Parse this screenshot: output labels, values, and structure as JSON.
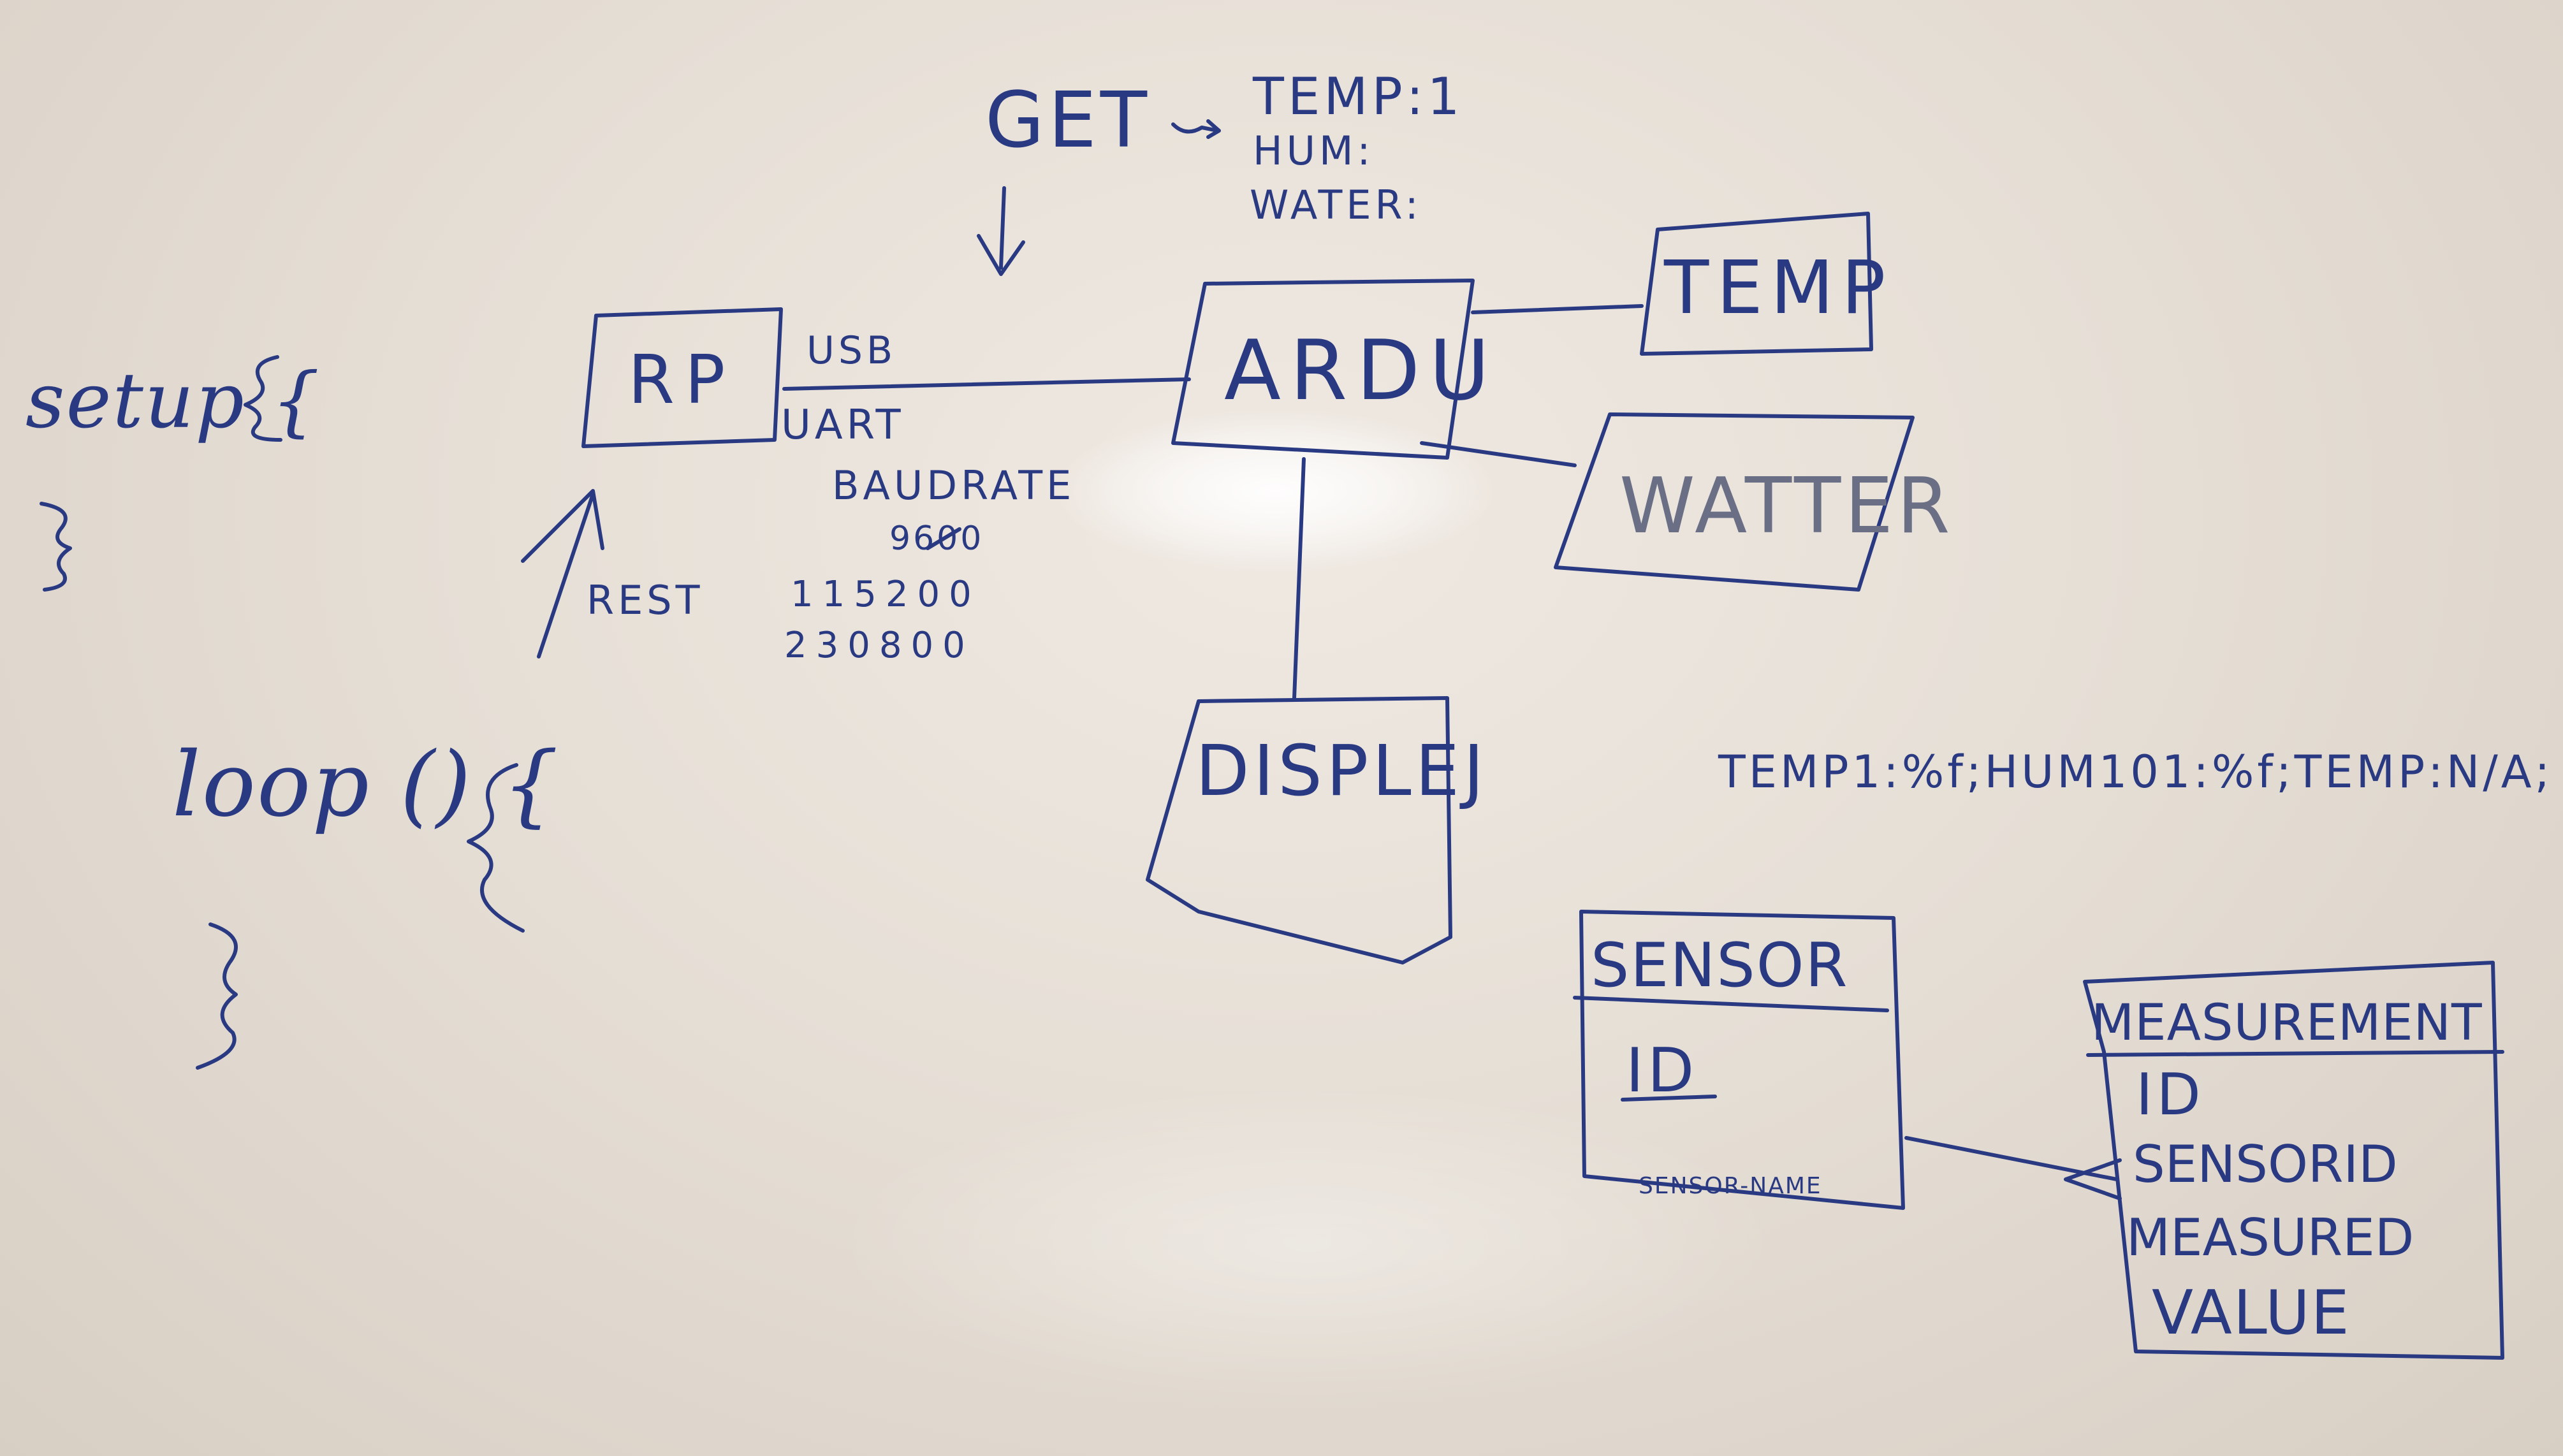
{
  "code": {
    "setup": "setup {",
    "setup_close": "}",
    "loop": "loop () {",
    "loop_close": "}"
  },
  "request": {
    "get": "GET",
    "temp": "TEMP:1",
    "hum": "HUM:",
    "water": "WATER:"
  },
  "boxes": {
    "rp": "RP",
    "ardu": "ARDU",
    "temp": "TEMP",
    "water": "WATTER",
    "display": "DISPLEJ"
  },
  "link": {
    "usb": "USB",
    "uart": "UART",
    "baudrate": "BAUDRATE",
    "baud_1": "9600",
    "baud_2": "115200",
    "baud_3": "230800",
    "rest": "REST"
  },
  "format": "TEMP1:%f;HUM101:%f;TEMP:N/A;",
  "sensor_table": {
    "title": "SENSOR",
    "fields": [
      "ID",
      "SENSOR-NAME"
    ]
  },
  "measurement_table": {
    "title": "MEASUREMENT",
    "fields": [
      "ID",
      "SENSORID",
      "MEASURED",
      "VALUE"
    ]
  },
  "ink_color": "#2a3a82"
}
